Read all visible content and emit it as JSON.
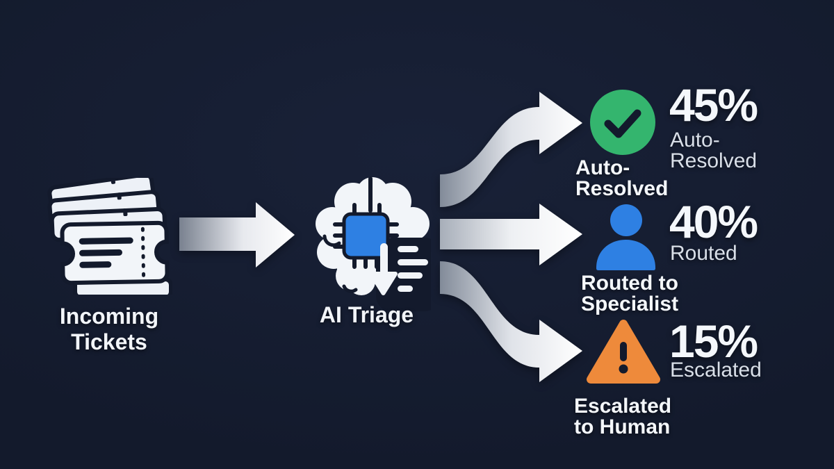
{
  "colors": {
    "background": "#131a2c",
    "icon_white": "#f2f5f9",
    "success_green": "#34b56e",
    "info_blue": "#2e80e3",
    "warning_orange": "#ee8a3b",
    "ink": "#131a2c"
  },
  "source": {
    "icon": "ticket-stack-icon",
    "label_line1": "Incoming",
    "label_line2": "Tickets"
  },
  "processor": {
    "icon": "brain-chip-icon",
    "label": "AI Triage"
  },
  "outcomes": [
    {
      "icon": "check-circle-icon",
      "icon_color": "#34b56e",
      "percent": "45%",
      "metric_label": "Auto-Resolved",
      "label": "Auto-Resolved"
    },
    {
      "icon": "user-icon",
      "icon_color": "#2e80e3",
      "percent": "40%",
      "metric_label": "Routed",
      "label": "Routed to Specialist"
    },
    {
      "icon": "warning-triangle-icon",
      "icon_color": "#ee8a3b",
      "percent": "15%",
      "metric_label": "Escalated",
      "label": "Escalated to Human"
    }
  ]
}
